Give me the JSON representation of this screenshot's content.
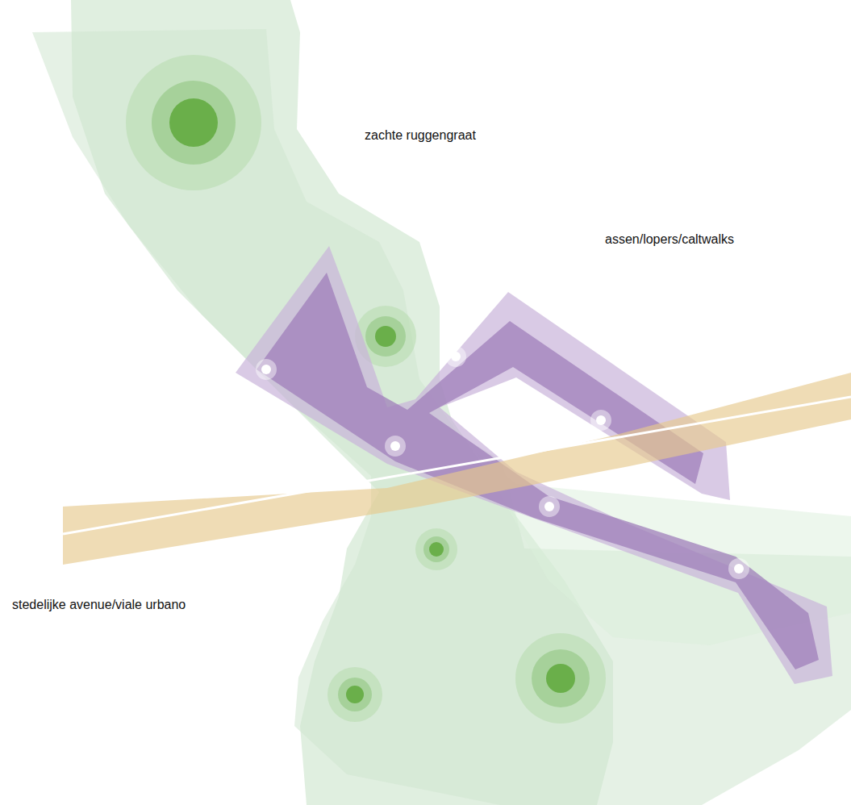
{
  "diagram": {
    "labels": [
      "zachte ruggengraat",
      "assen/lopers/caltwalks",
      "stedelijke avenue/viale urbano"
    ]
  }
}
